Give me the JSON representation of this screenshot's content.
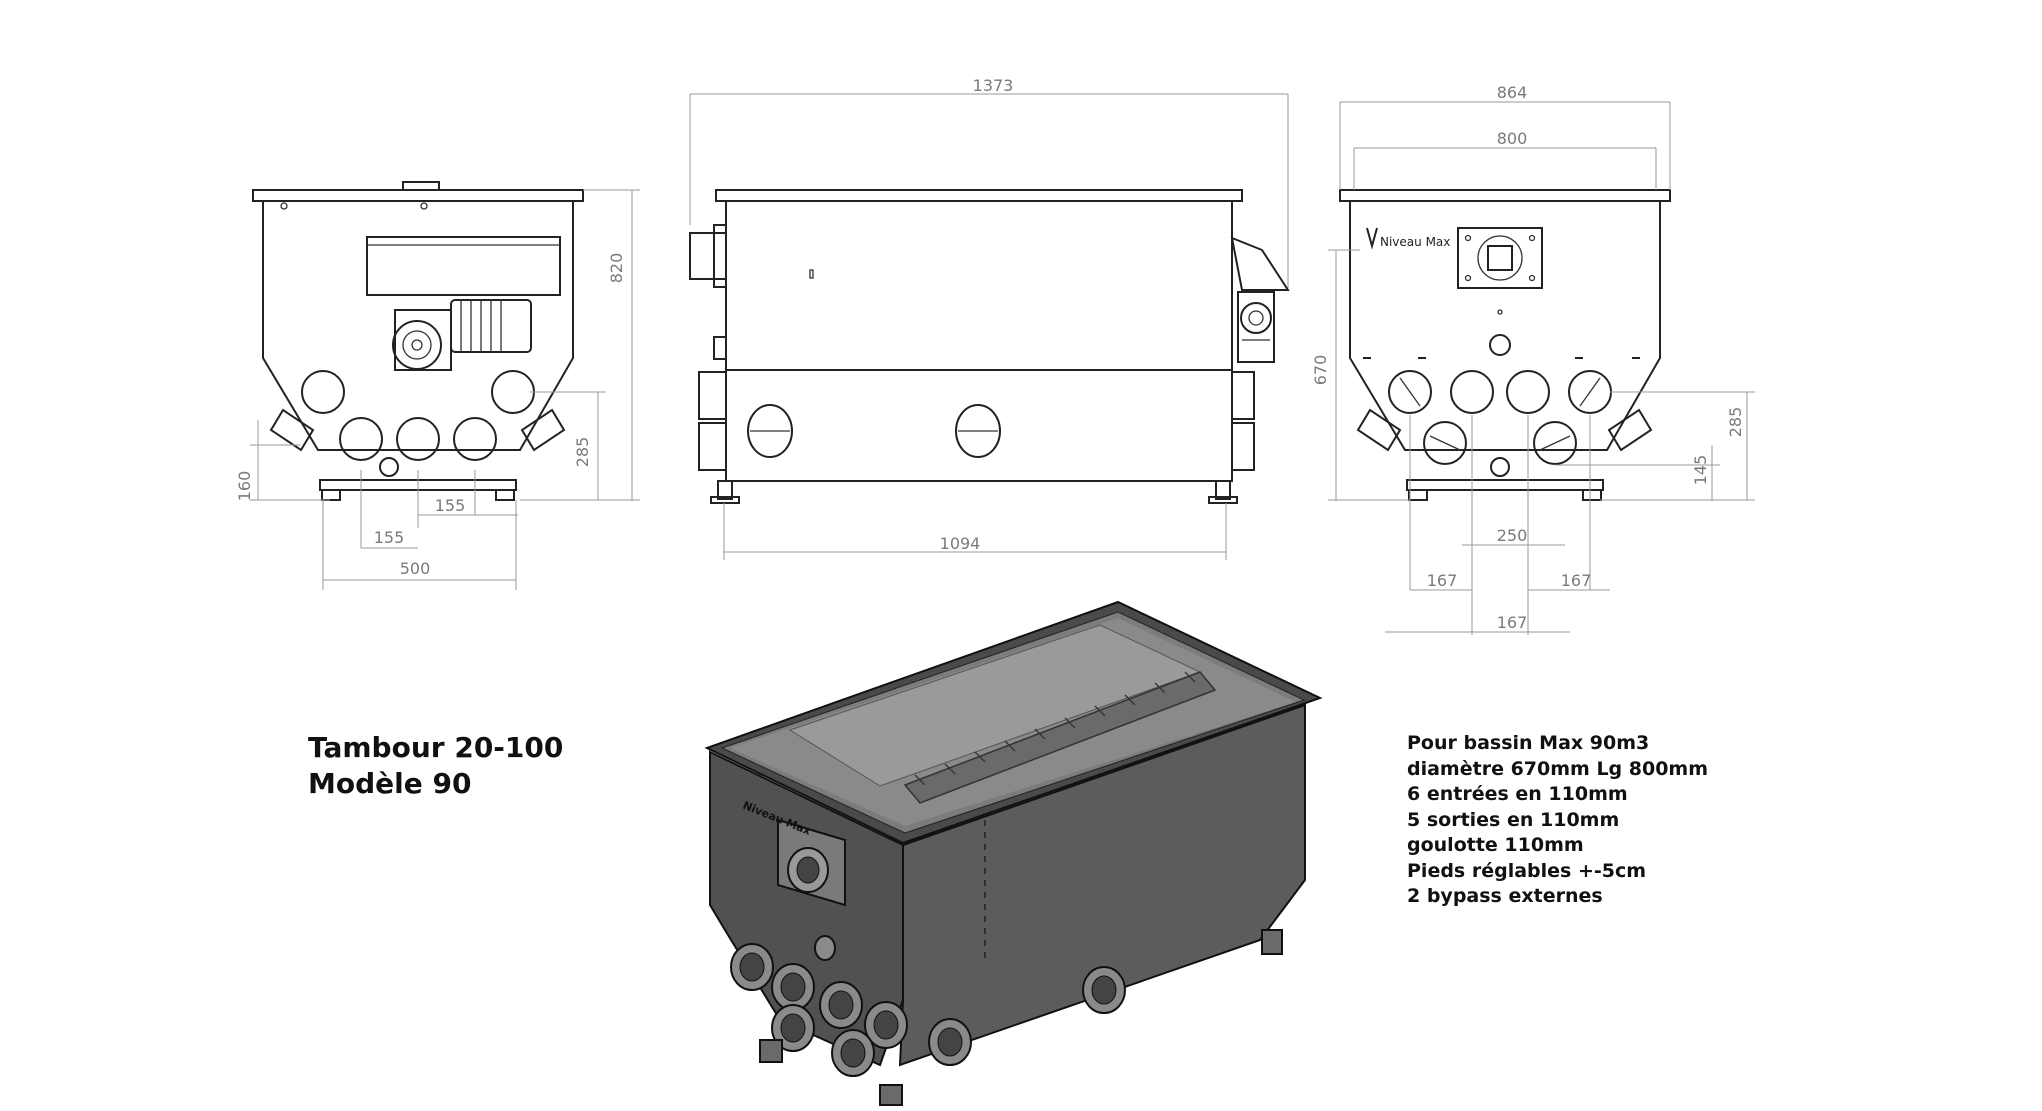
{
  "drawing": {
    "title_lines": [
      "Tambour 20-100",
      "Modèle 90"
    ],
    "specs": [
      "Pour bassin Max 90m3",
      "diamètre 670mm Lg 800mm",
      "6 entrées en 110mm",
      "5 sorties en 110mm",
      "goulotte 110mm",
      "Pieds réglables +-5cm",
      "2 bypass externes"
    ],
    "brand_label": "Niveau Max",
    "left_view_dims": {
      "height": "820",
      "foot_height": "160",
      "pipe_height": "285",
      "spacing_a": "155",
      "spacing_b": "155",
      "width": "500"
    },
    "side_view_dims": {
      "overall_length": "1373",
      "base_length": "1094"
    },
    "right_view_dims": {
      "overall_width": "864",
      "inner_width": "800",
      "height": "670",
      "pipe_height_upper": "285",
      "pipe_height_lower": "145",
      "spacing_center": "250",
      "spacing_left": "167",
      "spacing_right": "167",
      "spacing_bottom": "167"
    }
  }
}
